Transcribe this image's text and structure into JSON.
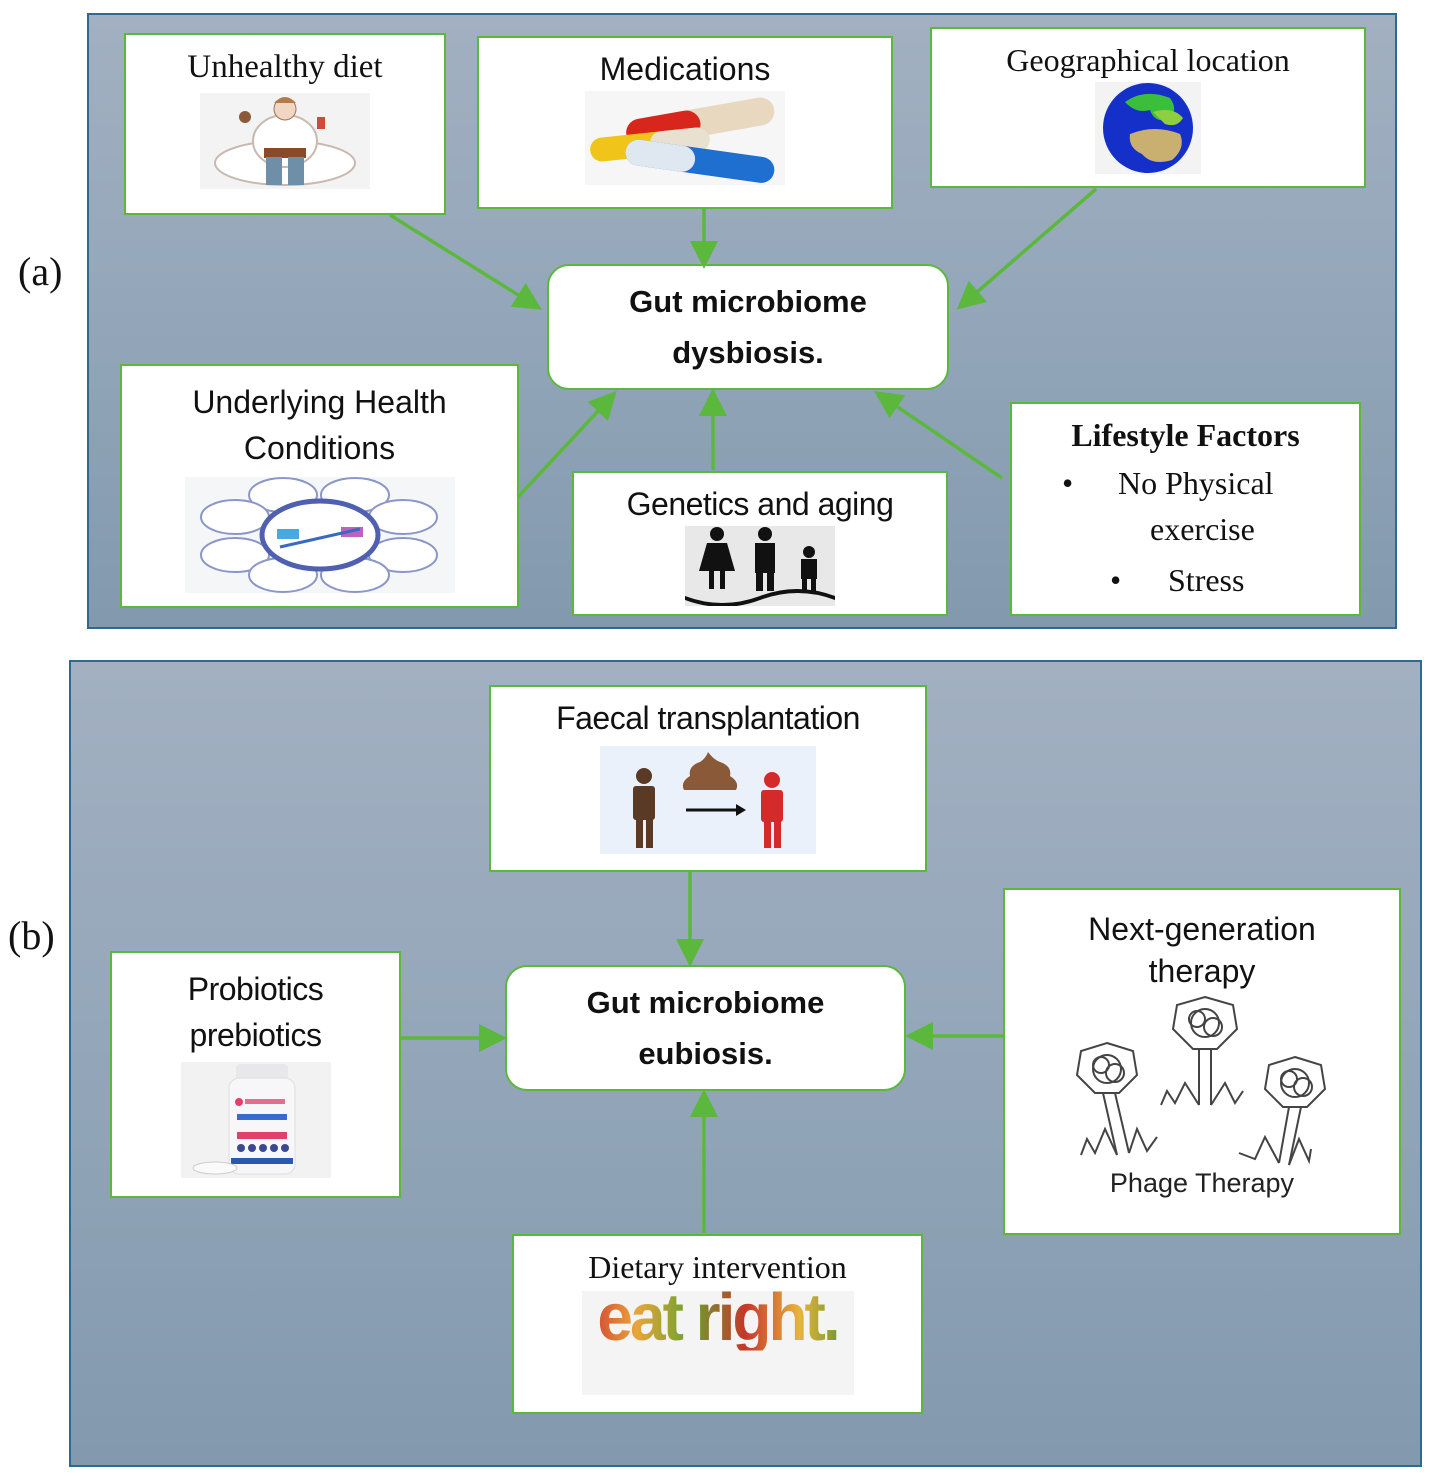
{
  "panel_a": {
    "label": "(a)",
    "center": {
      "line1": "Gut microbiome",
      "line2": "dysbiosis."
    },
    "factors": [
      {
        "id": "unhealthy-diet",
        "title": "Unhealthy diet",
        "icon": "person-eating-junk-food-icon"
      },
      {
        "id": "medications",
        "title": "Medications",
        "icon": "pill-capsules-icon"
      },
      {
        "id": "geographical-location",
        "title": "Geographical location",
        "icon": "globe-icon"
      },
      {
        "id": "underlying-health",
        "title_line1": "Underlying Health",
        "title_line2": "Conditions",
        "icon": "disease-wheel-icon"
      },
      {
        "id": "genetics-aging",
        "title": "Genetics and aging",
        "icon": "family-dna-icon"
      },
      {
        "id": "lifestyle",
        "title": "Lifestyle Factors",
        "bullets": [
          "No Physical",
          "exercise",
          "Stress"
        ],
        "bullet_char": "•"
      }
    ]
  },
  "panel_b": {
    "label": "(b)",
    "center": {
      "line1": "Gut microbiome",
      "line2": "eubiosis."
    },
    "interventions": [
      {
        "id": "faecal-transplantation",
        "title": "Faecal transplantation",
        "icon": "faecal-transfer-icon"
      },
      {
        "id": "probiotics",
        "title_line1": "Probiotics",
        "title_line2": "prebiotics",
        "icon": "probiotic-bottle-icon"
      },
      {
        "id": "next-generation",
        "title_line1": "Next-generation",
        "title_line2": "therapy",
        "caption": "Phage Therapy",
        "icon": "bacteriophage-icon"
      },
      {
        "id": "dietary-intervention",
        "title": "Dietary intervention",
        "icon": "eat-right-icon",
        "icon_text": "eat right."
      }
    ]
  },
  "colors": {
    "arrow": "#5cb83c",
    "panel_border": "#2b6a93",
    "box_border": "#5cb83c"
  }
}
